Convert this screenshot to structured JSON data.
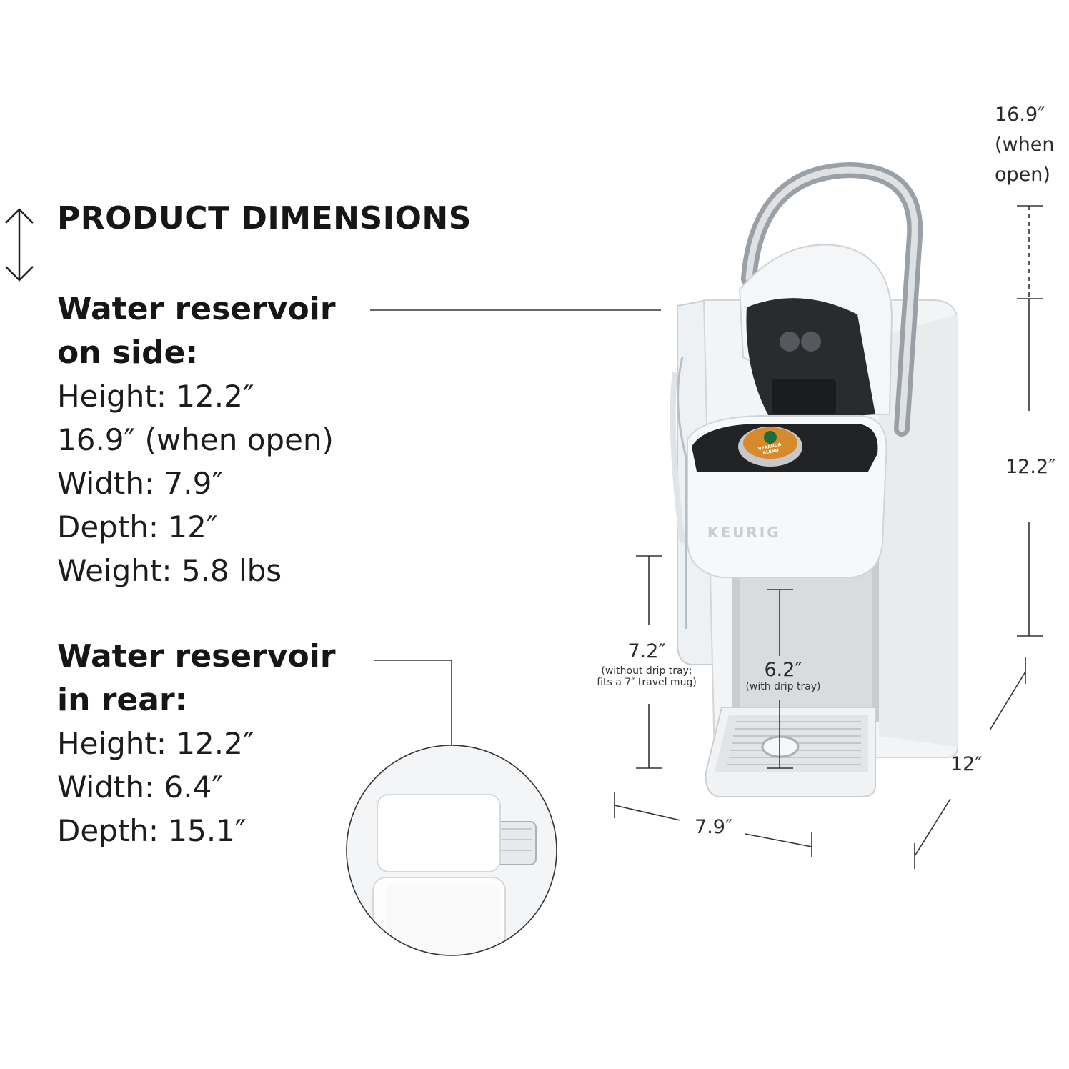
{
  "title": "PRODUCT DIMENSIONS",
  "side": {
    "heading_line1": "Water reservoir",
    "heading_line2": "on side:",
    "specs": [
      "Height: 12.2″",
      "16.9″ (when open)",
      "Width: 7.9″",
      "Depth: 12″",
      "Weight: 5.8 lbs"
    ]
  },
  "rear": {
    "heading_line1": "Water reservoir",
    "heading_line2": "in rear:",
    "specs": [
      "Height: 12.2″",
      "Width: 6.4″",
      "Depth: 15.1″"
    ]
  },
  "dims": {
    "open_height_l1": "16.9″",
    "open_height_l2": "(when",
    "open_height_l3": "open)",
    "height": "12.2″",
    "mug_clearance": "7.2″",
    "mug_note_l1": "(without drip tray;",
    "mug_note_l2": "fits a 7″ travel mug)",
    "tray_clearance": "6.2″",
    "tray_note": "(with drip tray)",
    "width": "7.9″",
    "depth": "12″"
  },
  "brand": "KEURIG",
  "pod_label": "VERANDA BLEND"
}
